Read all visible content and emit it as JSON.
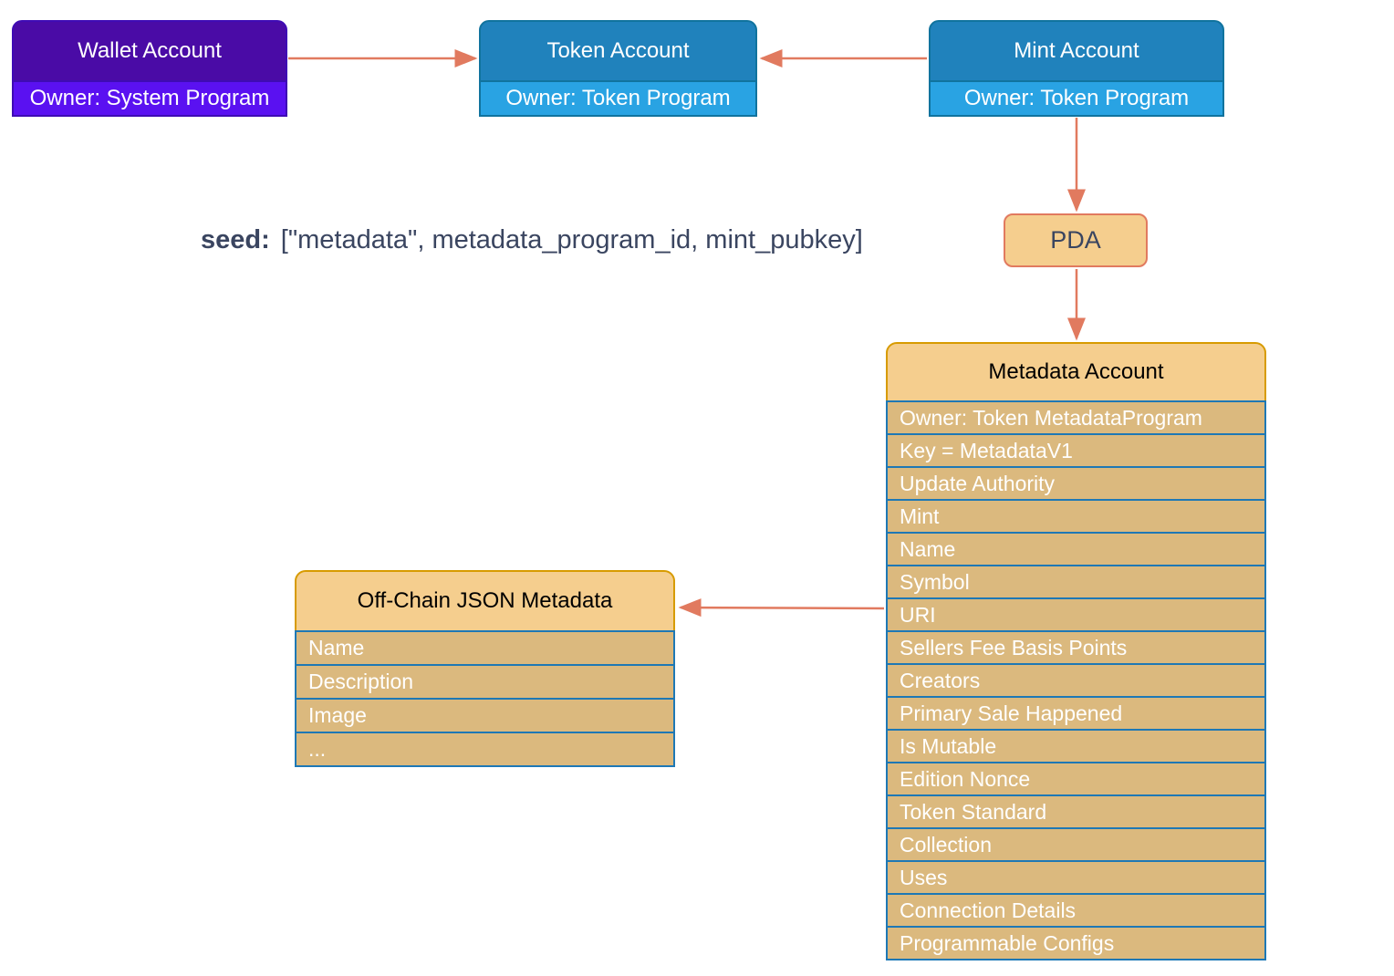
{
  "colors": {
    "purple_header": "#4A0BA6",
    "purple_body": "#5A11F1",
    "blue_header": "#2082BC",
    "blue_body": "#29A3E3",
    "tan_header": "#F5CE8E",
    "tan_border": "#D79B00",
    "row_fill": "#DBB97E",
    "row_border": "#1E78B5",
    "arrow": "#E17A5F"
  },
  "nodes": {
    "wallet": {
      "title": "Wallet Account",
      "owner": "Owner: System Program"
    },
    "token": {
      "title": "Token Account",
      "owner": "Owner: Token Program"
    },
    "mint": {
      "title": "Mint Account",
      "owner": "Owner: Token Program"
    },
    "pda": {
      "label": "PDA"
    },
    "metadata": {
      "title": "Metadata Account",
      "rows": [
        "Owner: Token MetadataProgram",
        "Key = MetadataV1",
        "Update Authority",
        "Mint",
        "Name",
        "Symbol",
        "URI",
        "Sellers Fee Basis Points",
        "Creators",
        "Primary Sale Happened",
        "Is Mutable",
        "Edition Nonce",
        "Token Standard",
        "Collection",
        "Uses",
        "Connection Details",
        "Programmable Configs"
      ]
    },
    "offchain": {
      "title": "Off-Chain JSON Metadata",
      "rows": [
        "Name",
        "Description",
        "Image",
        "..."
      ]
    }
  },
  "seed": {
    "label": "seed:",
    "value": "[\"metadata\", metadata_program_id, mint_pubkey]"
  }
}
